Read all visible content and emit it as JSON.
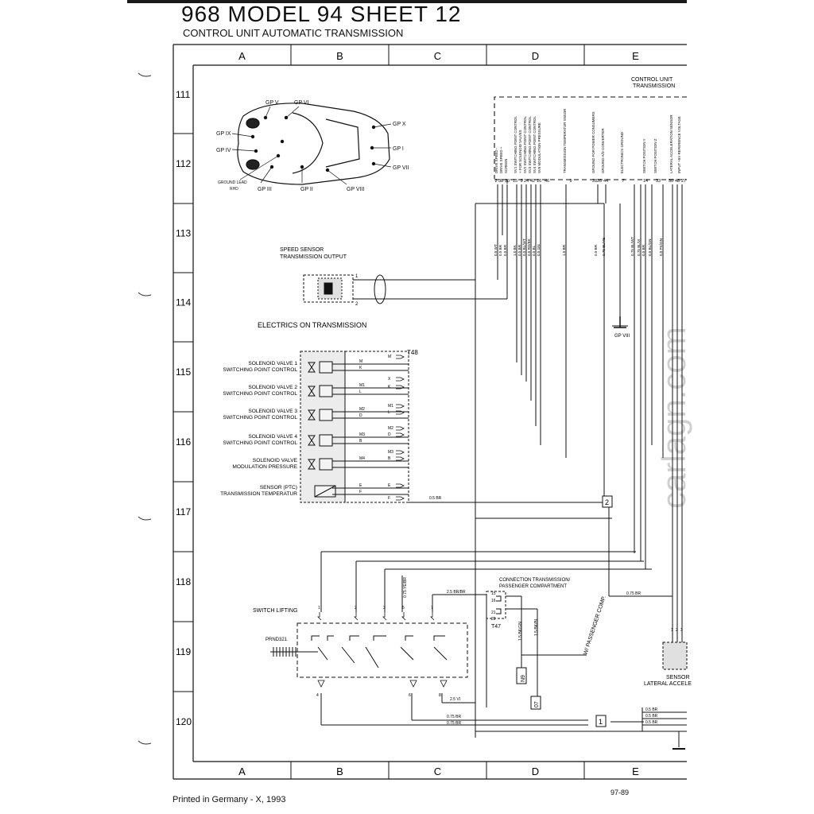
{
  "header": {
    "title": "968  MODEL 94  SHEET 12",
    "subtitle": "CONTROL UNIT  AUTOMATIC TRANSMISSION"
  },
  "grid": {
    "columns": [
      "A",
      "B",
      "C",
      "D",
      "E"
    ],
    "rows": [
      "111",
      "112",
      "113",
      "114",
      "115",
      "116",
      "117",
      "118",
      "119",
      "120"
    ]
  },
  "car_view": {
    "ground_points": [
      "GP V",
      "GP VI",
      "GP IX",
      "GP IV",
      "GP X",
      "GP I",
      "GP VII",
      "GP III",
      "GP II",
      "GP VIII"
    ],
    "ground_lead_line1": "GROUND LEAD",
    "ground_lead_line2": "RHD"
  },
  "control_unit": {
    "title_line1": "CONTROL UNIT",
    "title_line2": "TRANSMISSION",
    "pin_labels": [
      "DRIVE SPEED -",
      "DRIVE SPEED +",
      "SCREEN",
      "SV1 SWITCHING POINT CONTROL",
      "+ FOR SOLENOID VALVES",
      "SV2 SWITCHING POINT CONTROL",
      "SV3 SWITCHING POINT CONTROL",
      "SV4 SWITCHING POINT CONTROL",
      "SV5 MODULATION PRESSURE",
      "TRANSMISSION TEMPERATUR SNSOR",
      "GROUND FOR POWER CONSUMERS",
      "GROUND A/D CONVERTER",
      "ELECTRONICS GROUND",
      "SWITCH POSITION Y",
      "SWITCH POSITION Z",
      "LATERAL ACCELERATION SENSOR",
      "INPUT +5V REFERENCE VOLTAGE"
    ],
    "pin_numbers": [
      "2",
      "38",
      "20",
      "15",
      "9",
      "24",
      "42",
      "16",
      "46",
      "9",
      "28",
      "26",
      "44",
      "7",
      "14",
      "33",
      "50",
      "48",
      "27"
    ]
  },
  "wire_labels": [
    "0.5 WT",
    "0.5 BR",
    "0.5 BR",
    "1.0 BK",
    "0.5 BR",
    "0.5 BL/WT",
    "0.5 RD/BK",
    "0.5 BL",
    "0.5 GN",
    "1.5 BR",
    "0.5 BR",
    "0.75 BL/YE",
    "0.75 BL/WT",
    "0.75 BL/VI",
    "0.5 BR",
    "0.5 BL/GN",
    "0.5 PK/GN"
  ],
  "speed_sensor": {
    "line1": "SPEED SENSOR",
    "line2": "TRANSMISSION OUTPUT",
    "pins": [
      "1",
      "2"
    ]
  },
  "electrics": {
    "title": "ELECTRICS ON TRANSMISSION",
    "connector": "T48",
    "components": [
      {
        "line1": "SOLENOID VALVE 1",
        "line2": "SWITCHING POINT CONTROL",
        "pins": [
          "M",
          "K"
        ]
      },
      {
        "line1": "SOLENOID VALVE 2",
        "line2": "SWITCHING POINT CONTROL",
        "pins": [
          "M1",
          "L"
        ]
      },
      {
        "line1": "SOLENOID VALVE 3",
        "line2": "SWITCHING POINT CONTROL",
        "pins": [
          "M2",
          "D"
        ]
      },
      {
        "line1": "SOLENOID VALVE 4",
        "line2": "SWITCHING POINT CONTROL",
        "pins": [
          "M3",
          "B"
        ]
      },
      {
        "line1": "SOLENOID VALVE",
        "line2": "MODULATION PRESSURE",
        "pins": [
          "M4"
        ]
      },
      {
        "line1": "SENSOR (PTC)",
        "line2": "TRANSMISSION TEMPERATUR",
        "pins": [
          "E",
          "F"
        ]
      }
    ],
    "right_pins": [
      "M",
      "X",
      "K",
      "M1",
      "L",
      "M2",
      "D",
      "M3",
      "B",
      "E",
      "F"
    ],
    "wire_label": "0.5 BR"
  },
  "switch_lifting": {
    "label": "SWITCH LIFTING",
    "gear_label": "PRND321",
    "top_pins": [
      "1",
      "2",
      "3",
      "5",
      "7"
    ],
    "bottom_pins": [
      "4",
      "6",
      "8"
    ],
    "wire_labels": [
      "2.5 BR/BR",
      "0.75 YE/BR",
      "2.5 VI",
      "0.75 BR",
      "0.75 BR"
    ]
  },
  "connection": {
    "line1": "CONNECTION TRANSMISSION/",
    "line2": "PASSENGER COMPARTMENT",
    "connector": "T47",
    "pins": [
      "15",
      "16",
      "21",
      "22"
    ],
    "wire_labels": [
      "1.5 BK/GN",
      "1.5 BK/BL",
      "0.75 BR"
    ],
    "vertical_label": "W/ PASSENGER COMP."
  },
  "references": [
    "2",
    "1",
    "N9",
    "07"
  ],
  "gp_viii_label": "GP VIII",
  "lateral_sensor": {
    "line1": "SENSOR",
    "line2": "LATERAL ACCELE",
    "pins": [
      "1",
      "2",
      "3"
    ],
    "wire_labels": [
      "0.5 BR",
      "0.5 BR",
      "0.5 BR"
    ]
  },
  "watermark": "carlagn.com",
  "footer": {
    "printed": "Printed in Germany - X, 1993",
    "code": "97-89"
  },
  "colors": {
    "ink": "#111111",
    "watermark": "#cfcfcf",
    "shade": "#e8e8e8"
  }
}
